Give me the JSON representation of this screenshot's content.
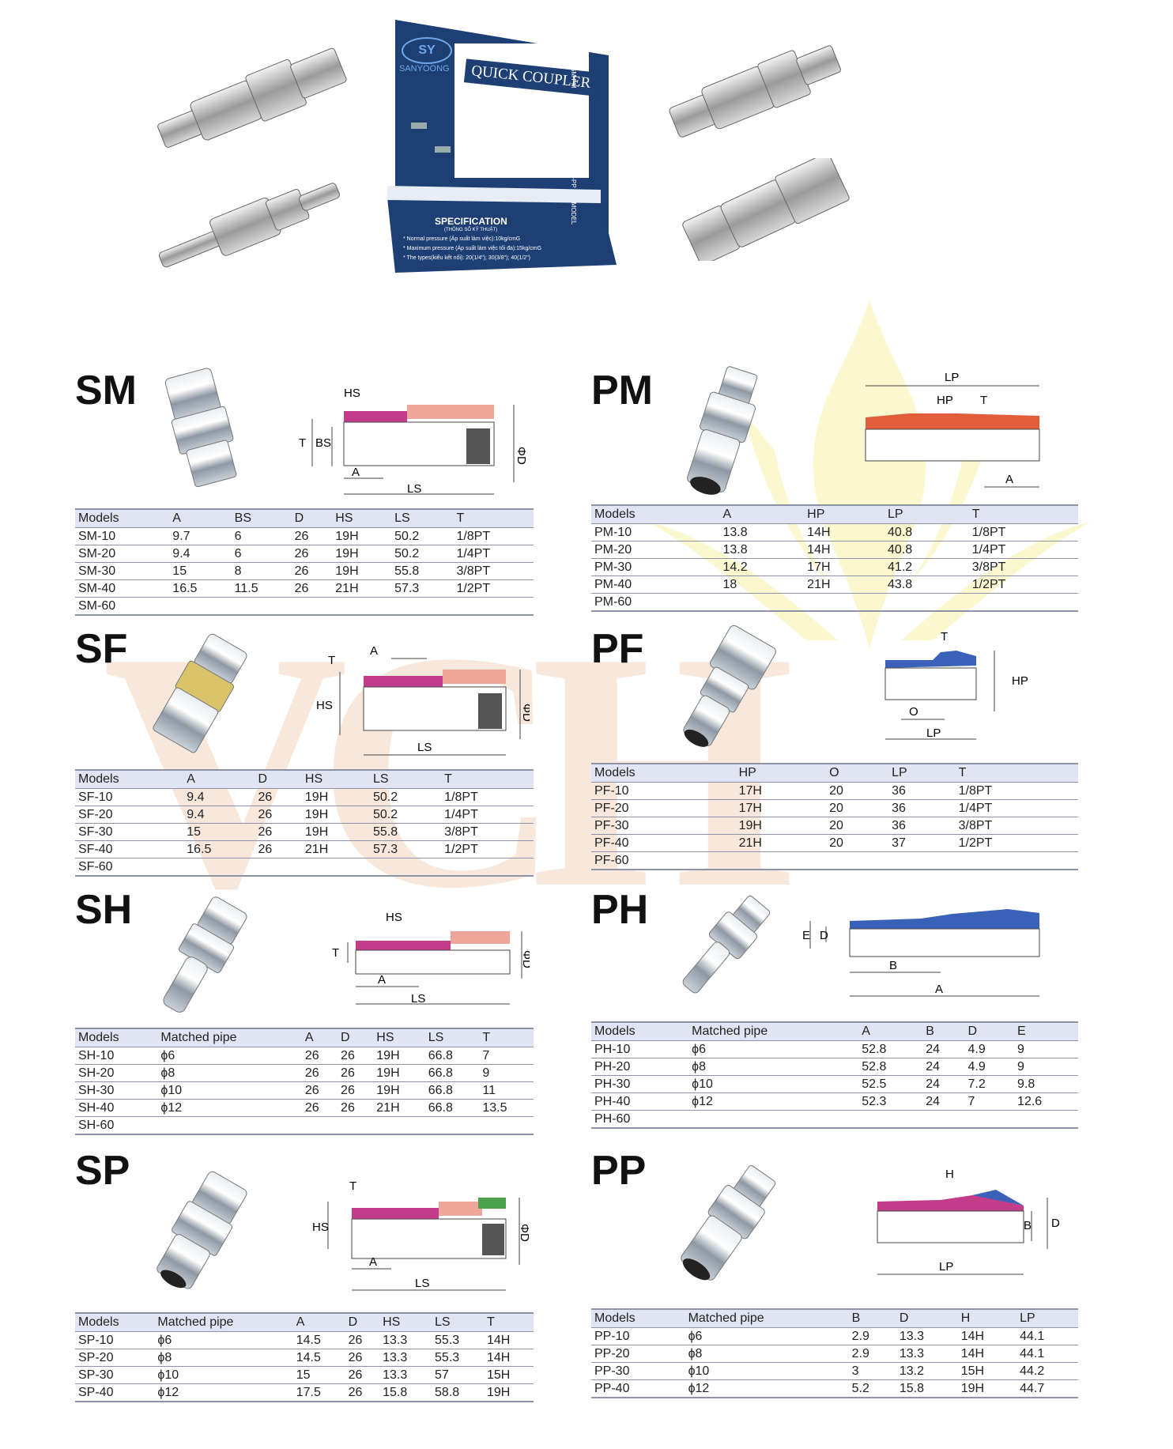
{
  "watermark": "VCH",
  "box": {
    "brand": "SY",
    "brand_name": "SANYOONG",
    "title": "QUICK COUPLER",
    "spec_title": "SPECIFICATION",
    "spec_sub": "(THÔNG SỐ KỸ THUẬT)",
    "spec_lines": [
      "* Normal pressure (Áp suất làm việc):10kg/cmG",
      "* Maximum pressure (Áp suất làm việc tối đa):15kg/cmG",
      "* The types(kiểu kết nối): 20(1/4\"); 30(3/8\"); 40(1/2\")"
    ],
    "side_labels": [
      "SM-PM",
      "SF-PF",
      "SH-PH",
      "SP-PP",
      "MODEL"
    ]
  },
  "sections": {
    "SM": {
      "title": "SM",
      "dim_labels": [
        "HS",
        "T",
        "BS",
        "A",
        "LS",
        "ΦD"
      ],
      "headers": [
        "Models",
        "A",
        "BS",
        "D",
        "HS",
        "LS",
        "T"
      ],
      "rows": [
        [
          "SM-10",
          "9.7",
          "6",
          "26",
          "19H",
          "50.2",
          "1/8PT"
        ],
        [
          "SM-20",
          "9.4",
          "6",
          "26",
          "19H",
          "50.2",
          "1/4PT"
        ],
        [
          "SM-30",
          "15",
          "8",
          "26",
          "19H",
          "55.8",
          "3/8PT"
        ],
        [
          "SM-40",
          "16.5",
          "11.5",
          "26",
          "21H",
          "57.3",
          "1/2PT"
        ],
        [
          "SM-60",
          "",
          "",
          "",
          "",
          "",
          ""
        ]
      ]
    },
    "PM": {
      "title": "PM",
      "dim_labels": [
        "LP",
        "HP",
        "T",
        "A"
      ],
      "headers": [
        "Models",
        "A",
        "HP",
        "LP",
        "T"
      ],
      "rows": [
        [
          "PM-10",
          "13.8",
          "14H",
          "40.8",
          "1/8PT"
        ],
        [
          "PM-20",
          "13.8",
          "14H",
          "40.8",
          "1/4PT"
        ],
        [
          "PM-30",
          "14.2",
          "17H",
          "41.2",
          "3/8PT"
        ],
        [
          "PM-40",
          "18",
          "21H",
          "43.8",
          "1/2PT"
        ],
        [
          "PM-60",
          "",
          "",
          "",
          ""
        ]
      ]
    },
    "SF": {
      "title": "SF",
      "dim_labels": [
        "T",
        "A",
        "HS",
        "LS",
        "ΦD"
      ],
      "headers": [
        "Models",
        "A",
        "D",
        "HS",
        "LS",
        "T"
      ],
      "rows": [
        [
          "SF-10",
          "9.4",
          "26",
          "19H",
          "50.2",
          "1/8PT"
        ],
        [
          "SF-20",
          "9.4",
          "26",
          "19H",
          "50.2",
          "1/4PT"
        ],
        [
          "SF-30",
          "15",
          "26",
          "19H",
          "55.8",
          "3/8PT"
        ],
        [
          "SF-40",
          "16.5",
          "26",
          "21H",
          "57.3",
          "1/2PT"
        ],
        [
          "SF-60",
          "",
          "",
          "",
          "",
          ""
        ]
      ]
    },
    "PF": {
      "title": "PF",
      "dim_labels": [
        "T",
        "HP",
        "O",
        "LP"
      ],
      "headers": [
        "Models",
        "HP",
        "O",
        "LP",
        "T"
      ],
      "rows": [
        [
          "PF-10",
          "17H",
          "20",
          "36",
          "1/8PT"
        ],
        [
          "PF-20",
          "17H",
          "20",
          "36",
          "1/4PT"
        ],
        [
          "PF-30",
          "19H",
          "20",
          "36",
          "3/8PT"
        ],
        [
          "PF-40",
          "21H",
          "20",
          "37",
          "1/2PT"
        ],
        [
          "PF-60",
          "",
          "",
          "",
          ""
        ]
      ]
    },
    "SH": {
      "title": "SH",
      "dim_labels": [
        "HS",
        "T",
        "A",
        "LS",
        "ΦD"
      ],
      "headers": [
        "Models",
        "Matched pipe",
        "A",
        "D",
        "HS",
        "LS",
        "T"
      ],
      "rows": [
        [
          "SH-10",
          "ϕ6",
          "26",
          "26",
          "19H",
          "66.8",
          "7"
        ],
        [
          "SH-20",
          "ϕ8",
          "26",
          "26",
          "19H",
          "66.8",
          "9"
        ],
        [
          "SH-30",
          "ϕ10",
          "26",
          "26",
          "19H",
          "66.8",
          "11"
        ],
        [
          "SH-40",
          "ϕ12",
          "26",
          "26",
          "21H",
          "66.8",
          "13.5"
        ],
        [
          "SH-60",
          "",
          "",
          "",
          "",
          "",
          ""
        ]
      ]
    },
    "PH": {
      "title": "PH",
      "dim_labels": [
        "E",
        "D",
        "B",
        "A"
      ],
      "headers": [
        "Models",
        "Matched pipe",
        "A",
        "B",
        "D",
        "E"
      ],
      "rows": [
        [
          "PH-10",
          "ϕ6",
          "52.8",
          "24",
          "4.9",
          "9"
        ],
        [
          "PH-20",
          "ϕ8",
          "52.8",
          "24",
          "4.9",
          "9"
        ],
        [
          "PH-30",
          "ϕ10",
          "52.5",
          "24",
          "7.2",
          "9.8"
        ],
        [
          "PH-40",
          "ϕ12",
          "52.3",
          "24",
          "7",
          "12.6"
        ],
        [
          "PH-60",
          "",
          "",
          "",
          "",
          ""
        ]
      ]
    },
    "SP": {
      "title": "SP",
      "dim_labels": [
        "T",
        "HS",
        "A",
        "LS",
        "ΦD"
      ],
      "headers": [
        "Models",
        "Matched pipe",
        "A",
        "D",
        "HS",
        "LS",
        "T"
      ],
      "rows": [
        [
          "SP-10",
          "ϕ6",
          "14.5",
          "26",
          "13.3",
          "55.3",
          "14H"
        ],
        [
          "SP-20",
          "ϕ8",
          "14.5",
          "26",
          "13.3",
          "55.3",
          "14H"
        ],
        [
          "SP-30",
          "ϕ10",
          "15",
          "26",
          "13.3",
          "57",
          "15H"
        ],
        [
          "SP-40",
          "ϕ12",
          "17.5",
          "26",
          "15.8",
          "58.8",
          "19H"
        ]
      ]
    },
    "PP": {
      "title": "PP",
      "dim_labels": [
        "H",
        "B",
        "D",
        "LP"
      ],
      "headers": [
        "Models",
        "Matched pipe",
        "B",
        "D",
        "H",
        "LP"
      ],
      "rows": [
        [
          "PP-10",
          "ϕ6",
          "2.9",
          "13.3",
          "14H",
          "44.1"
        ],
        [
          "PP-20",
          "ϕ8",
          "2.9",
          "13.3",
          "14H",
          "44.1"
        ],
        [
          "PP-30",
          "ϕ10",
          "3",
          "13.2",
          "15H",
          "44.2"
        ],
        [
          "PP-40",
          "ϕ12",
          "5.2",
          "15.8",
          "19H",
          "44.7"
        ]
      ]
    }
  }
}
